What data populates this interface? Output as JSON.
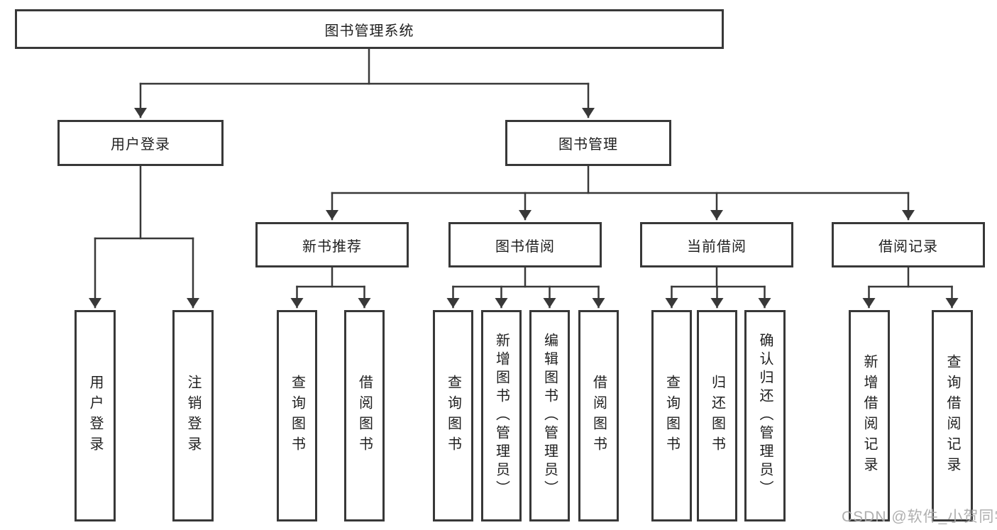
{
  "diagram": {
    "root": {
      "label": "图书管理系统"
    },
    "level2": {
      "user_login": {
        "label": "用户登录"
      },
      "book_management": {
        "label": "图书管理"
      }
    },
    "level3": {
      "new_book_recommend": {
        "label": "新书推荐"
      },
      "book_borrow": {
        "label": "图书借阅"
      },
      "current_borrow": {
        "label": "当前借阅"
      },
      "borrow_records": {
        "label": "借阅记录"
      }
    },
    "leaves": {
      "user_login_leaf": {
        "label": "用户登录"
      },
      "logout": {
        "label": "注销登录"
      },
      "nb_query_books": {
        "label": "查询图书"
      },
      "nb_borrow_books": {
        "label": "借阅图书"
      },
      "bb_query_books": {
        "label": "查询图书"
      },
      "bb_add_books_admin": {
        "label": "新增图书（管理员）"
      },
      "bb_edit_books_admin": {
        "label": "编辑图书（管理员）"
      },
      "bb_borrow_books": {
        "label": "借阅图书"
      },
      "cb_query_books": {
        "label": "查询图书"
      },
      "cb_return_books": {
        "label": "归还图书"
      },
      "cb_confirm_return_admin": {
        "label": "确认归还（管理员）"
      },
      "br_add_record": {
        "label": "新增借阅记录"
      },
      "br_query_record": {
        "label": "查询借阅记录"
      }
    }
  },
  "watermark": {
    "text": "CSDN @软件_小贺同学"
  },
  "colors": {
    "line": "#383838",
    "box_border": "#383838",
    "text": "#1f1f1f",
    "watermark": "#a9a9a9",
    "background": "#ffffff"
  }
}
